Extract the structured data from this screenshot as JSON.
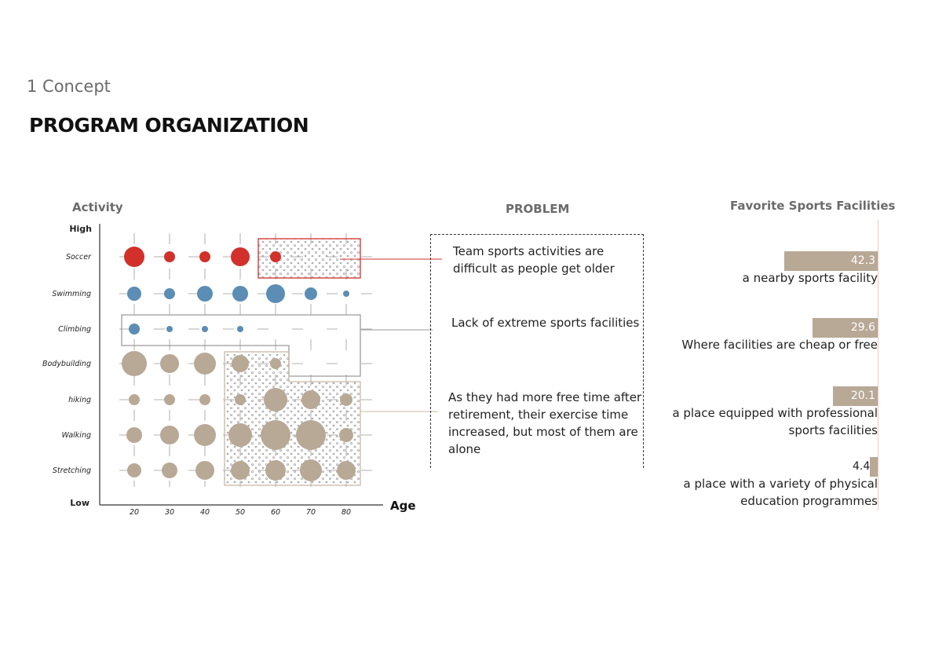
{
  "section_label": "1 Concept",
  "page_title": "PROGRAM ORGANIZATION",
  "colors": {
    "team_sport": "#d1302b",
    "extreme_sport": "#5b8db5",
    "general_sport": "#b8a896",
    "axis": "#333333",
    "highlight_red": "#d1302b",
    "highlight_grey": "#9a9a9a",
    "highlight_tan": "#c8b8a6"
  },
  "chart_data": [
    {
      "type": "scatter",
      "title": "Activity",
      "xlabel": "Age",
      "ylabel": "",
      "y_top_label": "High",
      "y_bottom_label": "Low",
      "x": [
        20,
        30,
        40,
        50,
        60,
        70,
        80
      ],
      "categories": [
        "Soccer",
        "Swimming",
        "Climbing",
        "Bodybuilding",
        "hiking",
        "Walking",
        "Stretching"
      ],
      "series": [
        {
          "category": "Soccer",
          "group": "team_sport",
          "values": [
            13,
            7,
            7,
            12,
            7,
            0,
            0
          ]
        },
        {
          "category": "Swimming",
          "group": "extreme_sport",
          "values": [
            9,
            7,
            10,
            10,
            12,
            8,
            4
          ]
        },
        {
          "category": "Climbing",
          "group": "extreme_sport",
          "values": [
            7,
            4,
            4,
            4,
            0,
            0,
            0
          ]
        },
        {
          "category": "Bodybuilding",
          "group": "general_sport",
          "values": [
            16,
            12,
            14,
            11,
            7,
            0,
            0
          ]
        },
        {
          "category": "hiking",
          "group": "general_sport",
          "values": [
            7,
            7,
            7,
            7,
            15,
            12,
            8
          ]
        },
        {
          "category": "Walking",
          "group": "general_sport",
          "values": [
            10,
            12,
            14,
            15,
            19,
            19,
            9
          ]
        },
        {
          "category": "Stretching",
          "group": "general_sport",
          "values": [
            9,
            10,
            12,
            12,
            13,
            14,
            12
          ]
        }
      ]
    },
    {
      "type": "bar",
      "title": "Favorite Sports Facilities",
      "categories": [
        "a nearby sports facility",
        "Where facilities are cheap or free",
        "a place equipped with professional sports facilities",
        "a place with a variety of physical education programmes"
      ],
      "category_lines": [
        [
          "a nearby sports facility"
        ],
        [
          "Where facilities are cheap or free"
        ],
        [
          "a place equipped with professional",
          "sports facilities"
        ],
        [
          "a place with a variety of physical",
          "education programmes"
        ]
      ],
      "values": [
        42.3,
        29.6,
        20.1,
        4.4
      ],
      "labels": [
        "42.3",
        "29.6",
        "20.1",
        "4.4"
      ],
      "xlim": [
        0,
        42.3
      ]
    }
  ],
  "problem": {
    "title": "PROBLEM",
    "items": [
      {
        "lines": [
          "Team sports activities are",
          "difficult as people get older"
        ]
      },
      {
        "lines": [
          "Lack of extreme sports facilities"
        ]
      },
      {
        "lines": [
          "As they had more free time after",
          "retirement, their exercise time",
          "increased, but most of them are",
          "alone"
        ]
      }
    ]
  }
}
